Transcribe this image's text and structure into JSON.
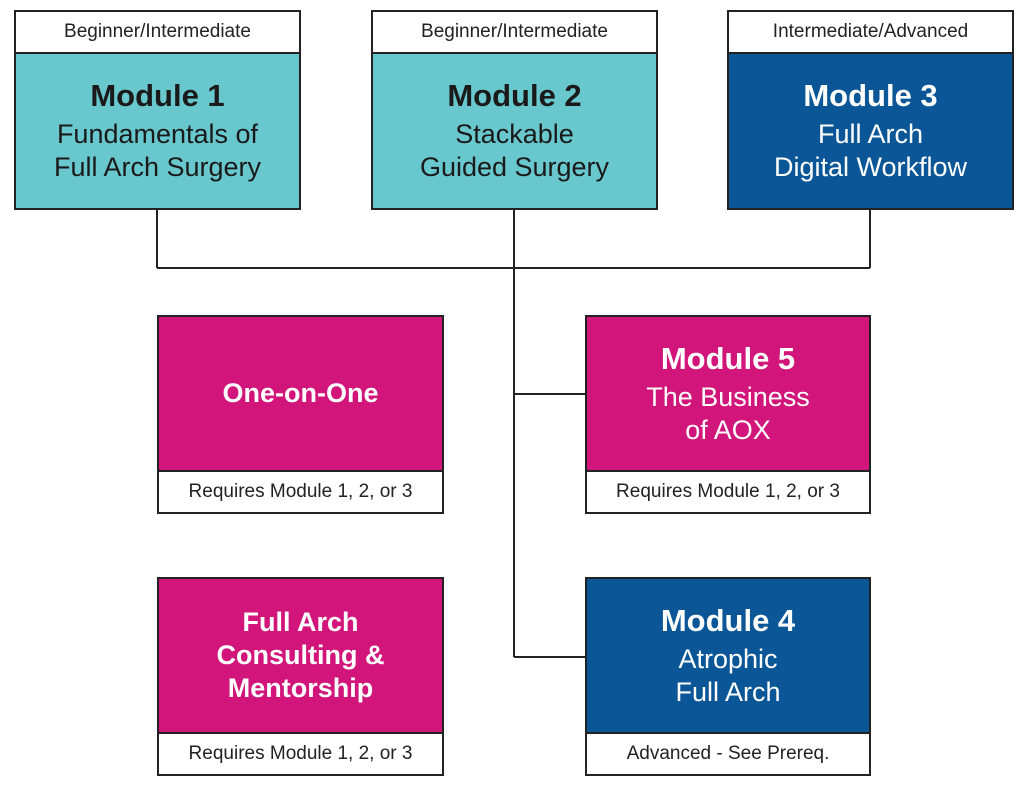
{
  "colors": {
    "teal": "#69C7CE",
    "navy": "#0B5697",
    "pink": "#D2157A",
    "line": "#222222"
  },
  "modules": {
    "m1": {
      "level": "Beginner/Intermediate",
      "title": "Module 1",
      "line1": "Fundamentals of",
      "line2": "Full Arch Surgery"
    },
    "m2": {
      "level": "Beginner/Intermediate",
      "title": "Module 2",
      "line1": "Stackable",
      "line2": "Guided Surgery"
    },
    "m3": {
      "level": "Intermediate/Advanced",
      "title": "Module 3",
      "line1": "Full Arch",
      "line2": "Digital Workflow"
    },
    "one": {
      "title": "One-on-One",
      "footer": "Requires Module 1, 2, or 3"
    },
    "m5": {
      "title": "Module 5",
      "line1": "The Business",
      "line2": "of AOX",
      "footer": "Requires Module 1, 2, or 3"
    },
    "consult": {
      "line1": "Full Arch",
      "line2": "Consulting &",
      "line3": "Mentorship",
      "footer": "Requires Module 1, 2, or 3"
    },
    "m4": {
      "title": "Module 4",
      "line1": "Atrophic",
      "line2": "Full Arch",
      "footer": "Advanced - See Prereq."
    }
  }
}
